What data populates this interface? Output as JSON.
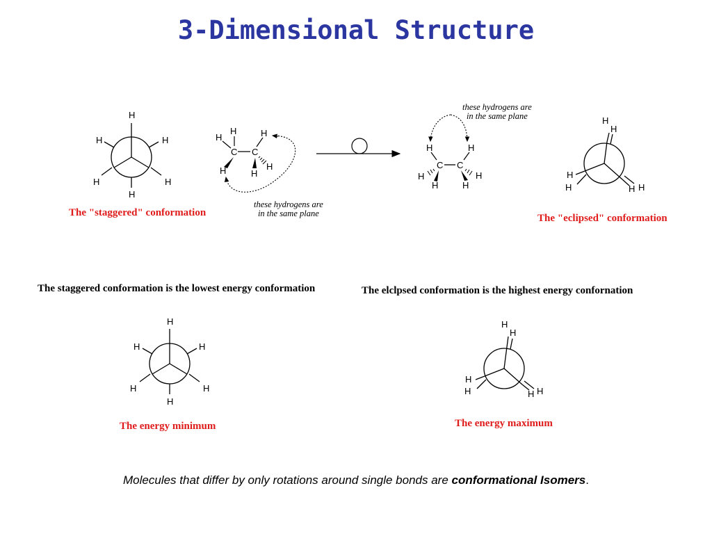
{
  "title": "3-Dimensional Structure",
  "labels": {
    "staggered_conformation": "The \"staggered\" conformation",
    "eclipsed_conformation": "The \"eclipsed\" conformation",
    "staggered_lowest": "The staggered conformation is the lowest energy conformation",
    "eclipsed_highest": "The elclpsed conformation is the highest energy confornation",
    "energy_minimum": "The energy minimum",
    "energy_maximum": "The energy maximum"
  },
  "notes": {
    "same_plane_line1": "these hydrogens are",
    "same_plane_line2": "in the same plane"
  },
  "atoms": {
    "hydrogen": "H",
    "carbon": "C"
  },
  "footer": {
    "text": "Molecules that differ by only rotations around single bonds are ",
    "emphasis": "conformational Isomers",
    "end": "."
  },
  "colors": {
    "title": "#2b36a0",
    "label_red": "#e01b1b",
    "text": "#000000"
  },
  "icons": {
    "rotation": "rotation-circle-icon",
    "arrow": "reaction-arrow-icon"
  }
}
